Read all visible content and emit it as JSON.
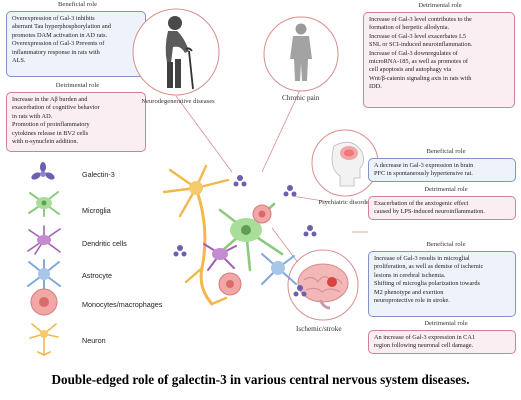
{
  "neuro": {
    "name": "Neurodegenerative diseases",
    "beneficial_title": "Beneficial role",
    "beneficial_lines": [
      "Overexpression of Gal-3 inhibits",
      "aberrant Tau hyperphosphorylation and",
      "promotes DAM activation in AD rats.",
      "Overexpression of Gal-3 Prevents of",
      "inflammatory response in rats with",
      "ALS."
    ],
    "detrimental_title": "Detrimental role",
    "detrimental_lines": [
      "Increase  in the Aβ burden and",
      "exacerbation of cognitive behavior",
      " in rats with AD.",
      "Promotion of proinflammatory",
      "cytokines release  in  BV2 cells",
      "with α-synuclein addition."
    ]
  },
  "pain": {
    "name": "Chronic pain",
    "detrimental_title": "Detrimental role",
    "detrimental_lines": [
      "Increase of Gal-3 level contributes to the",
      "formation of herpetic allodynia.",
      "Increase of Gal-3 level exacerbates L5",
      "SNL or SCI-induced neuroinflammation.",
      "Increase of Gal-3 downregulates of",
      "microRNA-185, as well as promotes  of",
      "cell apoptosis and autophagy via",
      "Wnt/β-catenin signaling axis in rats with",
      "IDD."
    ]
  },
  "psych": {
    "name": "Psychiatric disorders",
    "beneficial_title": "Beneficial role",
    "beneficial_lines": [
      "A decrease in Gal-3 expression in brain",
      "PFC in spontaneously hypertensive rat."
    ],
    "detrimental_title": "Detrimental role",
    "detrimental_lines": [
      "Exacerbation of the anxiogenic effect",
      "caused by LPS-induced neuroinflammation."
    ]
  },
  "stroke": {
    "name": "Ischemic/stroke",
    "beneficial_title": "Beneficial role",
    "beneficial_lines": [
      "Increase of Gal-3 results in microglial",
      "proliferation, as well as demise of ischemic",
      "lesions in cerebral ischemia.",
      "Shifting of microglia polarization towards",
      "M2 phenotype and exertion",
      "neuroprotective role in stroke."
    ],
    "detrimental_title": "Detrimental role",
    "detrimental_lines": [
      "An increase of Gal-3 expression in CA1",
      "region following neuronal cell damage."
    ]
  },
  "legend": [
    {
      "label": "Galectin-3",
      "icon": "galectin-3-icon"
    },
    {
      "label": "Microglia",
      "icon": "microglia-icon"
    },
    {
      "label": "Dendritic cells",
      "icon": "dendritic-cell-icon"
    },
    {
      "label": "Astrocyte",
      "icon": "astrocyte-icon"
    },
    {
      "label": "Monocytes/macrophages",
      "icon": "macrophage-icon"
    },
    {
      "label": "Neuron",
      "icon": "neuron-icon"
    }
  ],
  "caption": "Double-edged role of galectin-3 in various central nervous system diseases.",
  "colors": {
    "beneficial_fill": "#eef2fb",
    "beneficial_border": "#7d93c9",
    "detrimental_fill": "#fbeef2",
    "detrimental_border": "#d17f9a",
    "connector": "#d98e8e"
  }
}
